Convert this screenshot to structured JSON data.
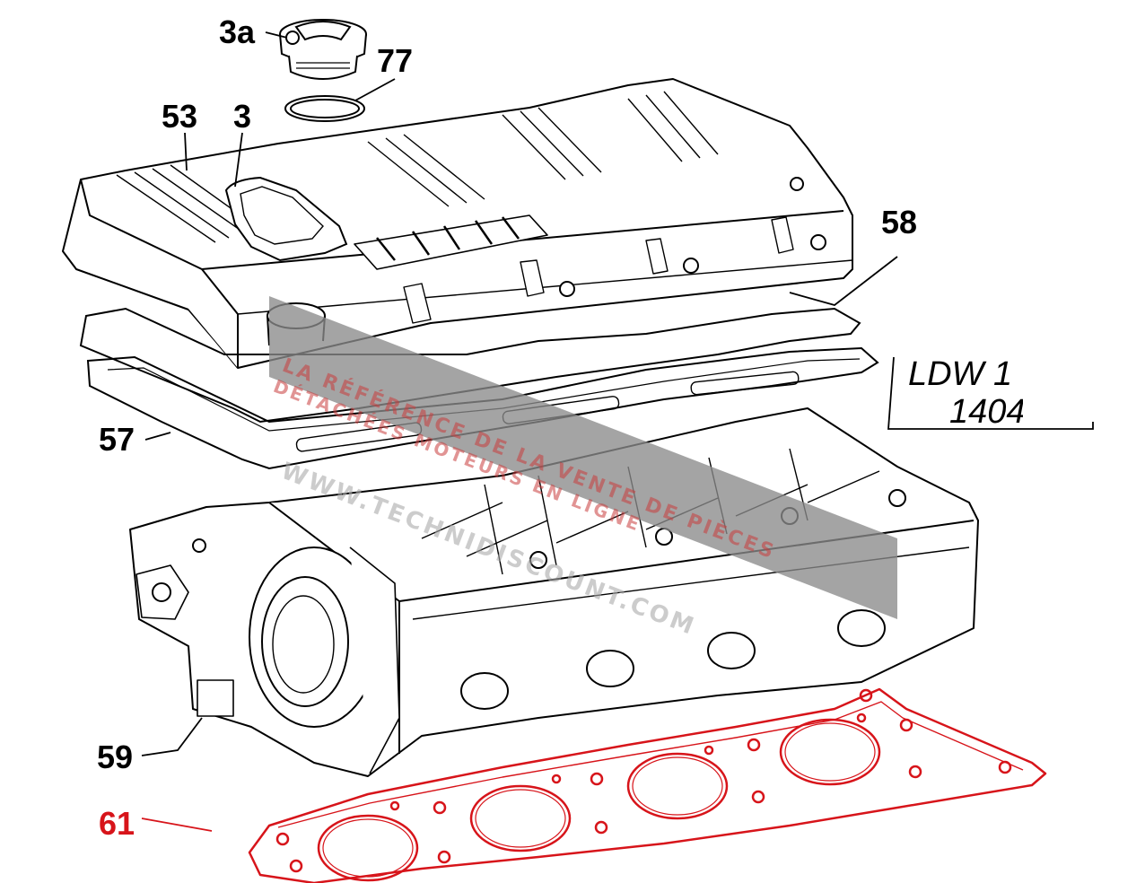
{
  "callouts": {
    "c3a": "3a",
    "c77": "77",
    "c53": "53",
    "c3": "3",
    "c58": "58",
    "c57": "57",
    "c59": "59",
    "c61": "61"
  },
  "model_box": {
    "line1": "LDW 1",
    "line2": "1404"
  },
  "watermark": {
    "line1": "LA RÉFÉRENCE DE LA VENTE DE PIÈCES",
    "line2": "DÉTACHÉES MOTEURS EN LIGNE",
    "url": "WWW.TECHNIDISCOUNT.COM"
  },
  "colors": {
    "line": "#000000",
    "highlight": "#d7141a",
    "watermark_band": "#8a8a8a"
  }
}
